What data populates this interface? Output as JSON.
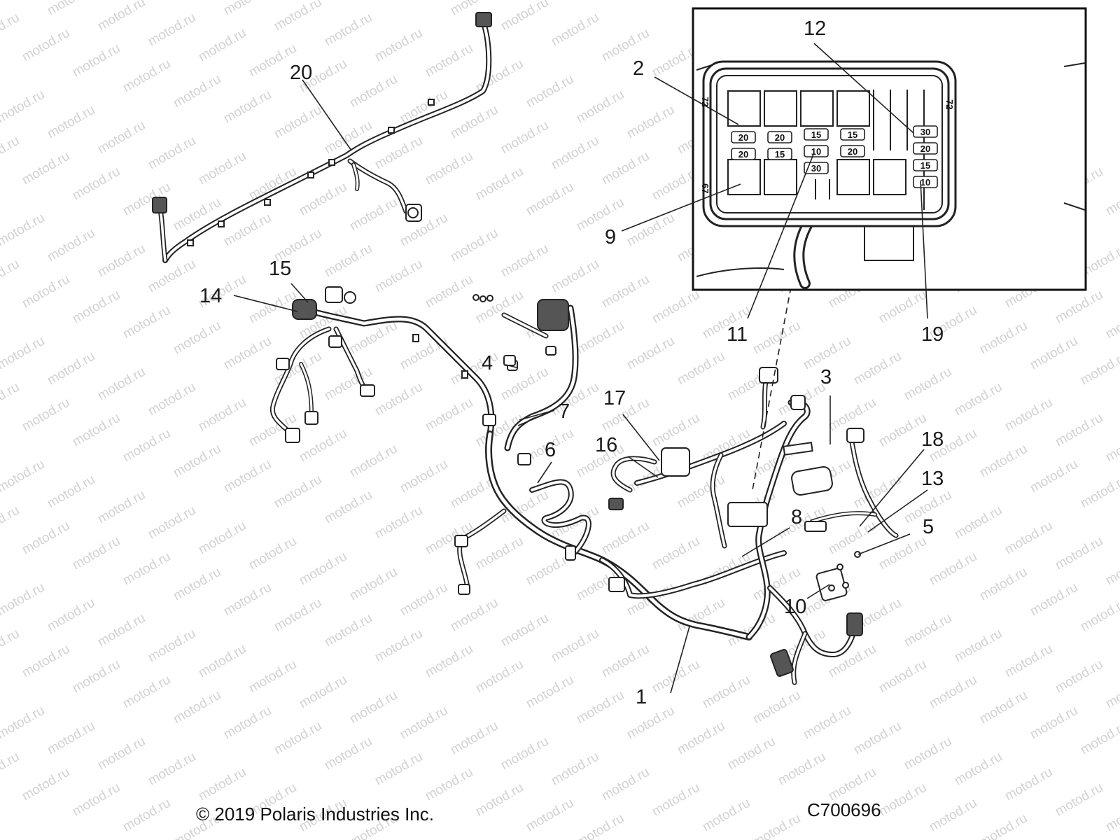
{
  "watermark": "motod.ru",
  "callouts": [
    {
      "id": "1",
      "label": "1"
    },
    {
      "id": "2",
      "label": "2"
    },
    {
      "id": "3",
      "label": "3"
    },
    {
      "id": "4",
      "label": "4"
    },
    {
      "id": "5",
      "label": "5"
    },
    {
      "id": "6",
      "label": "6"
    },
    {
      "id": "7",
      "label": "7"
    },
    {
      "id": "8",
      "label": "8"
    },
    {
      "id": "9",
      "label": "9"
    },
    {
      "id": "10",
      "label": "10"
    },
    {
      "id": "11",
      "label": "11"
    },
    {
      "id": "12",
      "label": "12"
    },
    {
      "id": "13",
      "label": "13"
    },
    {
      "id": "14",
      "label": "14"
    },
    {
      "id": "15",
      "label": "15"
    },
    {
      "id": "16",
      "label": "16"
    },
    {
      "id": "17",
      "label": "17"
    },
    {
      "id": "18",
      "label": "18"
    },
    {
      "id": "19",
      "label": "19"
    },
    {
      "id": "20",
      "label": "20"
    }
  ],
  "fuse_box": {
    "side_labels": [
      "72",
      "67"
    ],
    "fuses": [
      {
        "value": "20"
      },
      {
        "value": "20"
      },
      {
        "value": "15"
      },
      {
        "value": "15"
      },
      {
        "value": "30"
      },
      {
        "value": "20"
      },
      {
        "value": "15"
      },
      {
        "value": "10"
      },
      {
        "value": "20"
      },
      {
        "value": "20"
      },
      {
        "value": "30"
      },
      {
        "value": "15"
      },
      {
        "value": "10"
      }
    ]
  },
  "footer": {
    "copyright": "© 2019 Polaris Industries Inc.",
    "code": "C700696"
  }
}
